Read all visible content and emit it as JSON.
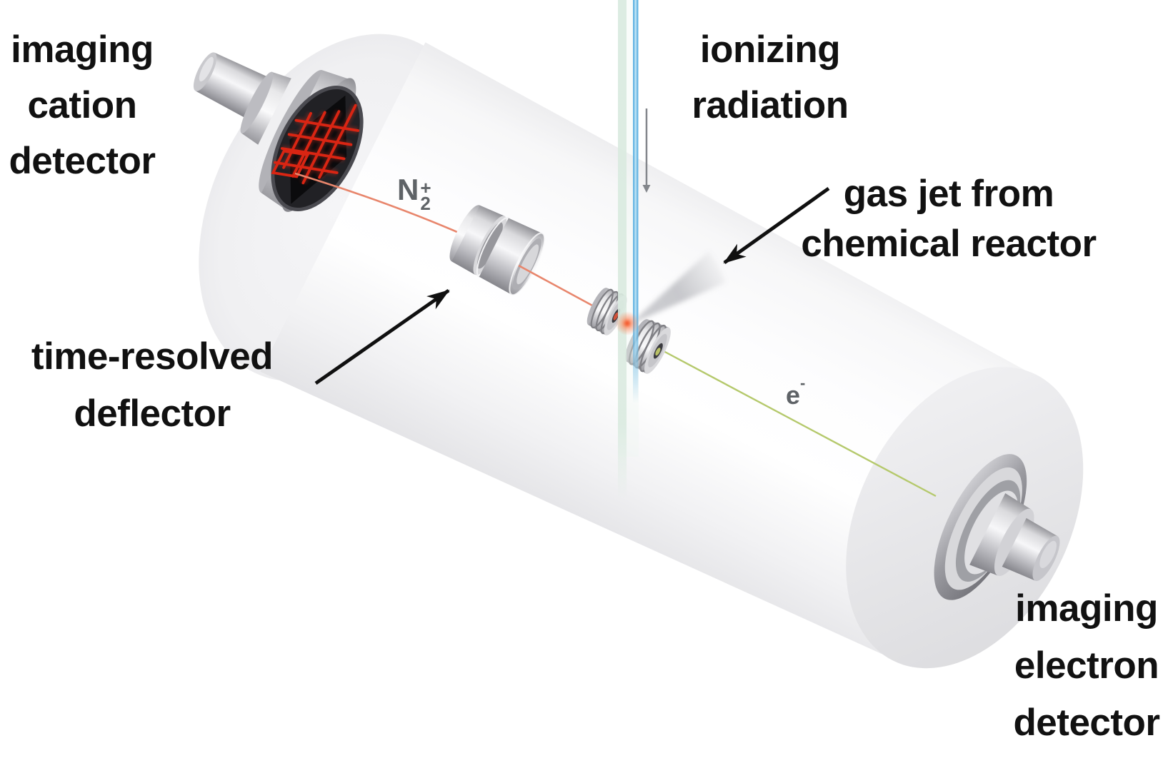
{
  "labels": {
    "cation_detector": {
      "line1": "imaging",
      "line2": "cation",
      "line3": "detector"
    },
    "deflector": {
      "line1": "time-resolved",
      "line2": "deflector"
    },
    "ionizing_radiation": {
      "line1": "ionizing",
      "line2": "radiation"
    },
    "gas_jet": {
      "line1": "gas jet from",
      "line2": "chemical reactor"
    },
    "electron_detector": {
      "line1": "imaging",
      "line2": "electron",
      "line3": "detector"
    }
  },
  "particles": {
    "cation": {
      "symbol": "N",
      "subscript": "2",
      "superscript": "+"
    },
    "electron": {
      "symbol": "e",
      "superscript": "-"
    }
  },
  "colors": {
    "ion_path": "#e8866c",
    "electron_path": "#b5c96c",
    "radiation_beam": "#5fb2e2",
    "beam_sheet": "#d9eadf",
    "detector_grid": "#d92513",
    "annotation_arrow": "#101010",
    "pointer_arrow_gray": "#83868b",
    "label_text": "#111111",
    "particle_label_text": "#5f6367"
  }
}
